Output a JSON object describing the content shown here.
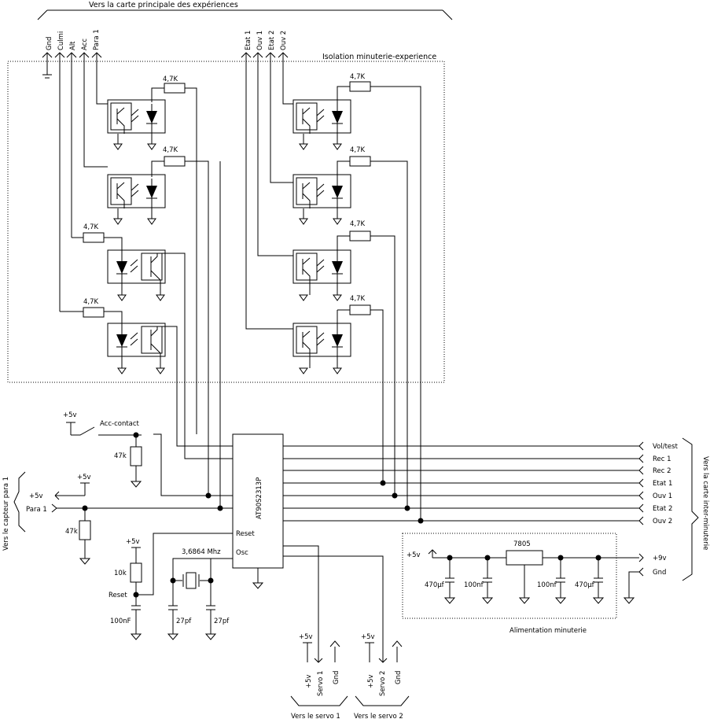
{
  "labels": {
    "main_board": "Vers la carte principale des expériences",
    "isolation": "Isolation minuterie-experience",
    "sensor": "Vers le capteur para 1",
    "inter": "Vers la carte inter-minuterie",
    "power": "Alimentation minuterie",
    "servo1_dest": "Vers le servo 1",
    "servo2_dest": "Vers le servo 2"
  },
  "left_connector": [
    "Gnd",
    "Culmi",
    "Alt",
    "Acc",
    "Para 1"
  ],
  "right_connector": [
    "Etat 1",
    "Ouv 1",
    "Etat 2",
    "Ouv 2"
  ],
  "res_label": "4,7K",
  "mcu": {
    "name": "AT90S2313P",
    "reset": "Reset",
    "osc": "Osc"
  },
  "acc_contact": "Acc-contact",
  "plus5": "+5v",
  "para1": "Para 1",
  "r47k": "47k",
  "r10k": "10k",
  "reset_label": "Reset",
  "c100nF": "100nF",
  "crystal": "3,6864 Mhz",
  "c27pf": "27pf",
  "inter_signals": [
    "Vol/test",
    "Rec 1",
    "Rec 2",
    "Etat 1",
    "Ouv 1",
    "Etat 2",
    "Ouv 2"
  ],
  "reg": "7805",
  "plus9": "+9v",
  "gnd": "Gnd",
  "c470": "470µf",
  "c100nf": "100nf",
  "servo1": [
    "+5v",
    "Servo 1",
    "Gnd"
  ],
  "servo2": [
    "+5v",
    "Servo 2",
    "Gnd"
  ]
}
